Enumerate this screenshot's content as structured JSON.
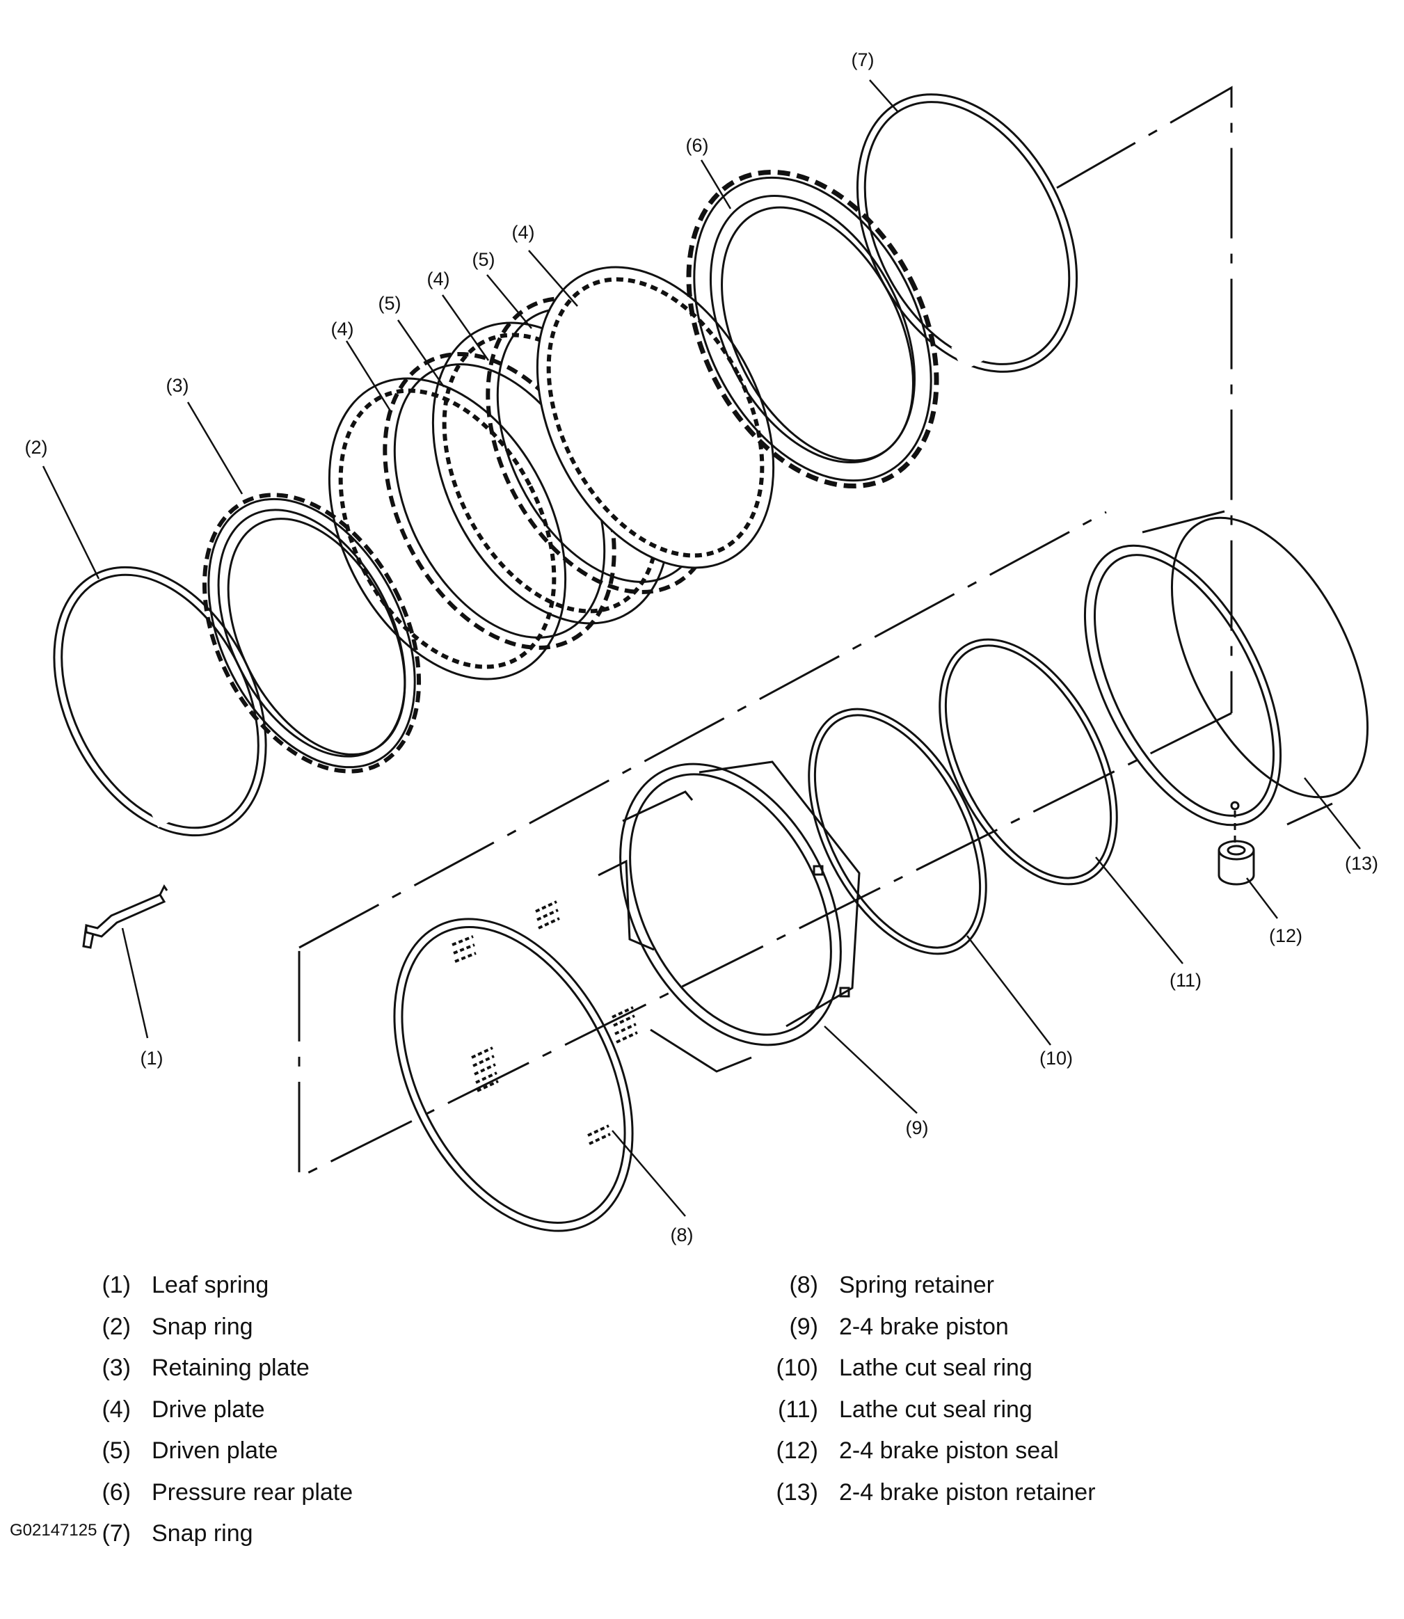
{
  "callouts": {
    "c1": "(1)",
    "c2": "(2)",
    "c3": "(3)",
    "c4a": "(4)",
    "c4b": "(4)",
    "c4c": "(4)",
    "c5a": "(5)",
    "c5b": "(5)",
    "c6": "(6)",
    "c7": "(7)",
    "c8": "(8)",
    "c9": "(9)",
    "c10": "(10)",
    "c11": "(11)",
    "c12": "(12)",
    "c13": "(13)"
  },
  "legend": {
    "left": [
      {
        "num": "(1)",
        "label": "Leaf spring"
      },
      {
        "num": "(2)",
        "label": "Snap ring"
      },
      {
        "num": "(3)",
        "label": "Retaining plate"
      },
      {
        "num": "(4)",
        "label": "Drive plate"
      },
      {
        "num": "(5)",
        "label": "Driven plate"
      },
      {
        "num": "(6)",
        "label": "Pressure rear plate"
      },
      {
        "num": "(7)",
        "label": "Snap ring"
      }
    ],
    "right": [
      {
        "num": "(8)",
        "label": "Spring retainer"
      },
      {
        "num": "(9)",
        "label": "2-4 brake piston"
      },
      {
        "num": "(10)",
        "label": "Lathe cut seal ring"
      },
      {
        "num": "(11)",
        "label": "Lathe cut seal ring"
      },
      {
        "num": "(12)",
        "label": "2-4 brake piston seal"
      },
      {
        "num": "(13)",
        "label": "2-4 brake piston retainer"
      }
    ]
  },
  "figure_id": "G02147125"
}
